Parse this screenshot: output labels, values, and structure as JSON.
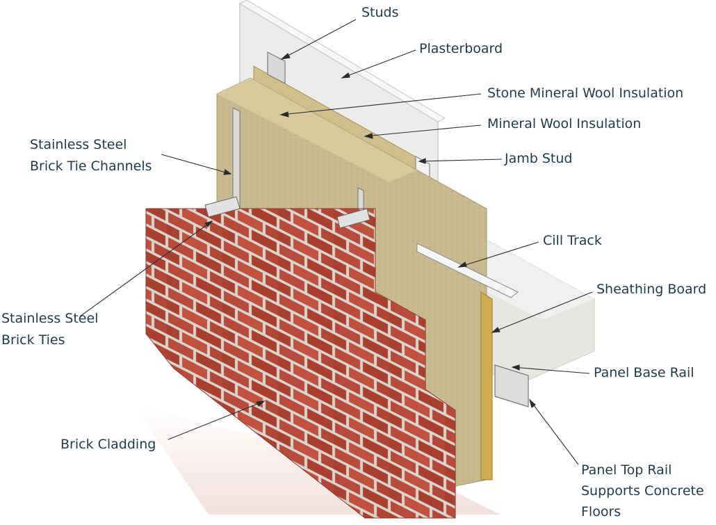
{
  "labels": {
    "studs": "Studs",
    "plasterboard": "Plasterboard",
    "stone_wool": "Stone Mineral Wool Insulation",
    "mineral_wool": "Mineral Wool Insulation",
    "jamb_stud": "Jamb Stud",
    "tie_channels": [
      "Stainless Steel",
      "Brick Tie Channels"
    ],
    "cill_track": "Cill Track",
    "sheathing_board": "Sheathing Board",
    "brick_ties": [
      "Stainless Steel",
      "Brick Ties"
    ],
    "panel_base_rail": "Panel Base Rail",
    "brick_cladding": "Brick Cladding",
    "panel_top_rail": [
      "Panel Top Rail",
      "Supports Concrete",
      "Floors"
    ]
  },
  "colors": {
    "label_text": "#1f3a4d",
    "leader": "#2b2b2b",
    "brick": "#b84a3c",
    "mortar": "#d9d4cc",
    "wool": "#c9b98e",
    "plasterboard": "#ececec",
    "concrete": "#e6e6e3",
    "sheathing": "#cfae4f"
  }
}
